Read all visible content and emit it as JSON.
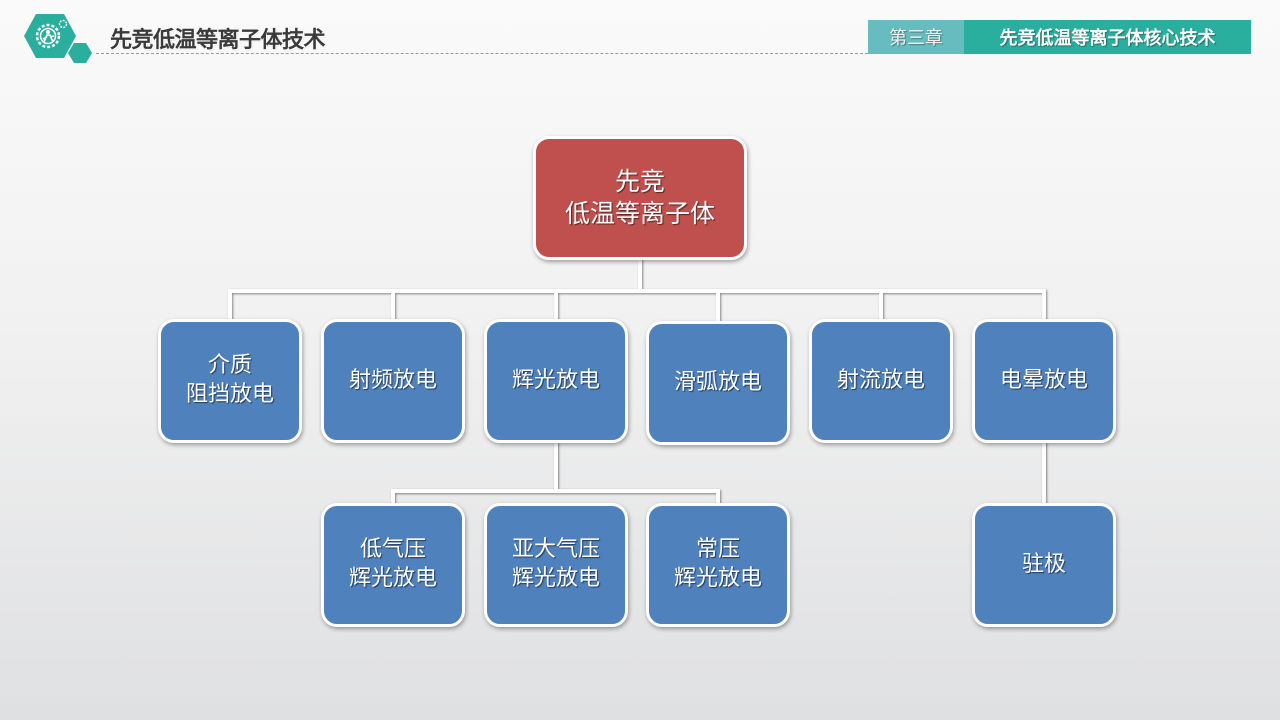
{
  "header": {
    "logo_icon": "gear-person-hexagon-icon",
    "title": "先竞低温等离子体技术",
    "chapter_number": "第三章",
    "chapter_title": "先竞低温等离子体核心技术"
  },
  "colors": {
    "teal_accent": "#2aae9e",
    "teal_light": "#66bcbe",
    "root_red": "#c0504d",
    "node_blue": "#4f81bd"
  },
  "diagram": {
    "root": {
      "label": "先竞\n低温等离子体"
    },
    "level1": [
      {
        "label": "介质\n阻挡放电"
      },
      {
        "label": "射频放电"
      },
      {
        "label": "辉光放电"
      },
      {
        "label": "滑弧放电"
      },
      {
        "label": "射流放电"
      },
      {
        "label": "电晕放电"
      }
    ],
    "glow_children": [
      {
        "label": "低气压\n辉光放电"
      },
      {
        "label": "亚大气压\n辉光放电"
      },
      {
        "label": "常压\n辉光放电"
      }
    ],
    "corona_children": [
      {
        "label": "驻极"
      }
    ]
  }
}
